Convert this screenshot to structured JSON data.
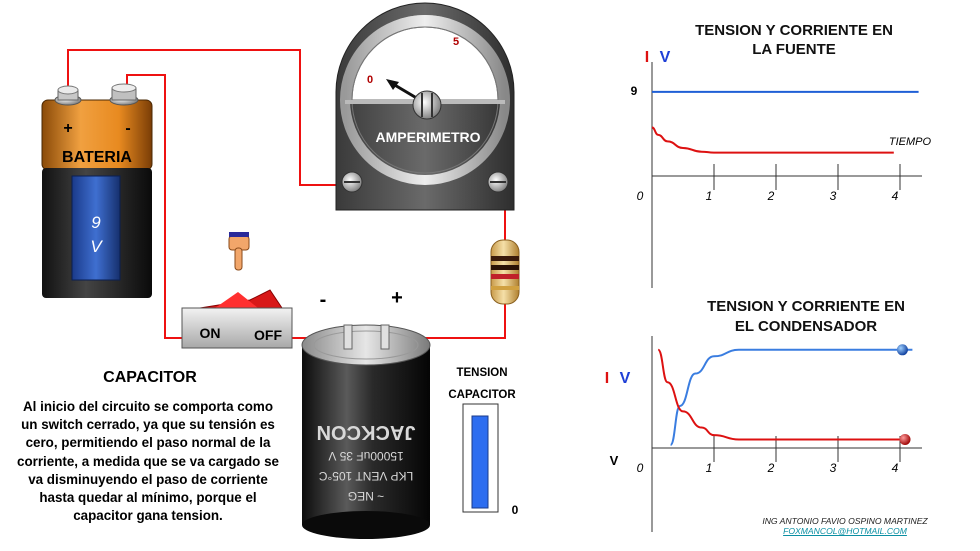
{
  "battery": {
    "plus": "+",
    "minus": "-",
    "label": "BATERIA",
    "voltage_top": "9",
    "voltage_bottom": "V"
  },
  "ammeter": {
    "label": "AMPERIMETRO",
    "scale_min": "0",
    "scale_max": "5"
  },
  "switch": {
    "on": "ON",
    "off": "OFF"
  },
  "capacitor": {
    "minus": "-",
    "plus": "+",
    "title": "CAPACITOR",
    "description": "Al inicio del circuito se comporta como un switch cerrado, ya que su tensión es cero, permitiendo el paso normal de la corriente, a medida que se va cargado se va disminuyendo el paso de corriente hasta quedar al mínimo, porque el capacitor gana tension.",
    "can_lines": [
      "~ NEG",
      "LKP VENT 105°C",
      "15000uF 35 V",
      "JACKCON"
    ]
  },
  "tension_meter": {
    "line1": "TENSION",
    "line2": "CAPACITOR",
    "value": "0",
    "fill_fraction": 0.92
  },
  "credit": {
    "author": "ING ANTONIO FAVIO OSPINO MARTINEZ",
    "email": "FOXMANCOL@HOTMAIL.COM"
  },
  "chart_data": [
    {
      "type": "line",
      "title_line1": "TENSION Y CORRIENTE EN",
      "title_line2": "LA FUENTE",
      "legend_i": "I",
      "legend_v": "V",
      "y_tick": "9",
      "x_axis_label": "TIEMPO",
      "x_ticks": [
        "0",
        "1",
        "2",
        "3",
        "4"
      ],
      "series": [
        {
          "name": "V",
          "color": "#1f5fd6",
          "x": [
            0.0,
            4.3
          ],
          "y": [
            9,
            9
          ]
        },
        {
          "name": "I",
          "color": "#dd1111",
          "x": [
            0.0,
            0.1,
            0.25,
            0.5,
            0.8,
            1.0,
            2.0,
            3.0,
            3.9
          ],
          "y": [
            5.2,
            4.4,
            3.7,
            3.0,
            2.6,
            2.5,
            2.5,
            2.5,
            2.5
          ]
        }
      ]
    },
    {
      "type": "line",
      "title_line1": "TENSION Y CORRIENTE EN",
      "title_line2": "EL CONDENSADOR",
      "legend_i": "I",
      "legend_v": "V",
      "y_label": "V",
      "x_ticks": [
        "0",
        "1",
        "2",
        "3",
        "4"
      ],
      "series": [
        {
          "name": "V",
          "color": "#3a7de0",
          "x": [
            0.3,
            0.45,
            0.7,
            1.0,
            1.4,
            2.0,
            3.0,
            4.0,
            4.2
          ],
          "y": [
            0.2,
            3.8,
            6.8,
            8.4,
            9.0,
            9.0,
            9.0,
            9.0,
            9.0
          ]
        },
        {
          "name": "I",
          "color": "#dd1111",
          "x": [
            0.1,
            0.25,
            0.5,
            0.8,
            1.0,
            1.4,
            2.0,
            3.0,
            4.0
          ],
          "y": [
            9.0,
            6.0,
            3.3,
            1.8,
            1.1,
            0.7,
            0.7,
            0.7,
            0.7
          ]
        }
      ]
    }
  ]
}
